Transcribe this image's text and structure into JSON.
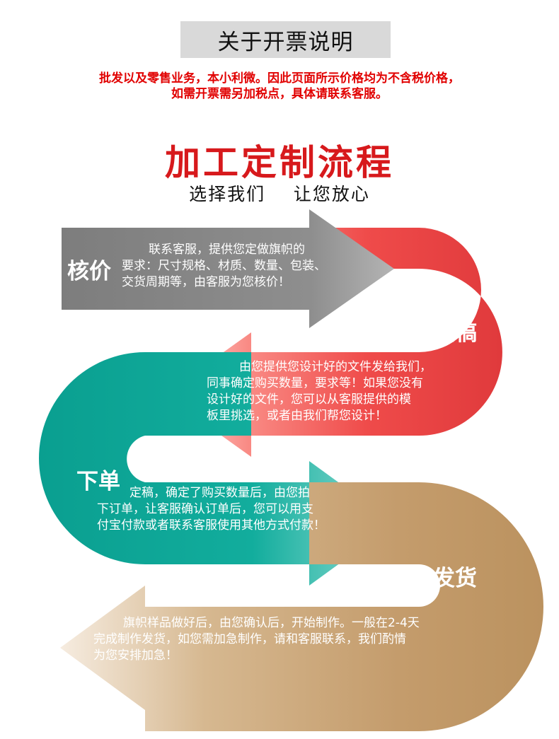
{
  "invoice": {
    "title": "关于开票说明",
    "notice_line1": "批发以及零售业务，本小利微。因此页面所示价格均为不含税价格，",
    "notice_line2": "如需开票需另加税点，具体请联系客服。"
  },
  "process": {
    "title": "加工定制流程",
    "slogan": "选择我们    让您放心",
    "steps": [
      {
        "title": "核价",
        "lines": [
          "联系客服，提供您定做旗帜的",
          "要求：尺寸规格、材质、数量、包装、",
          "交货周期等，由客服为您核价！"
        ]
      },
      {
        "title": "定稿",
        "lines": [
          "由您提供您设计好的文件发给我们，",
          "同事确定购买数量，要求等！如果您没有",
          "设计好的文件，您可以从客服提供的模",
          "板里挑选，或者由我们帮您设计！"
        ]
      },
      {
        "title": "下单",
        "lines": [
          "定稿，确定了购买数量后，由您拍",
          "下订单，让客服确认订单后，您可以用支",
          "付宝付款或者联系客服使用其他方式付款！"
        ]
      },
      {
        "title": "发货",
        "lines": [
          "旗帜样品做好后，由您确认后，开始制作。一般在2-4天",
          "完成制作发货，如您需加急制作，请和客服联系，我们酌情",
          "为您安排加急！"
        ]
      }
    ]
  },
  "colors": {
    "gray": "#8a8a8a",
    "red": "#ef4b4a",
    "teal": "#0fa99a",
    "tan": "#c29b6d",
    "notice_red": "#e10000",
    "title_red": "#d7191c"
  }
}
